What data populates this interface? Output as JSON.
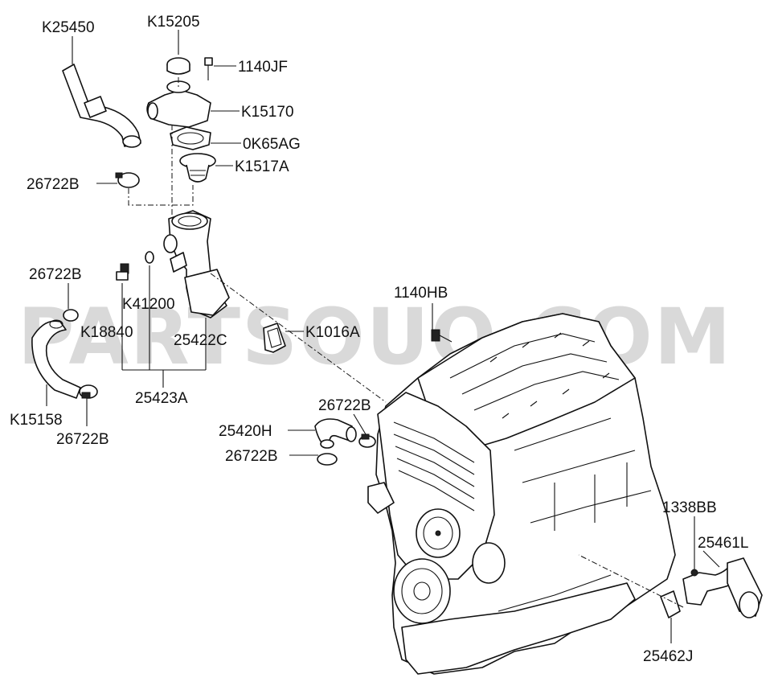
{
  "watermark": "PARTSOUQ.COM",
  "labels": {
    "k25450": "K25450",
    "k15205": "K15205",
    "bolt_1140jf": "1140JF",
    "k15170": "K15170",
    "gasket_0k65ag": "0K65AG",
    "k1517a": "K1517A",
    "clamp_top": "26722B",
    "clamp_left": "26722B",
    "k41200": "K41200",
    "k18840": "K18840",
    "housing_25422c": "25422C",
    "group_25423a": "25423A",
    "hose_k15158": "K15158",
    "clamp_bottom_left": "26722B",
    "bolt_1140hb": "1140HB",
    "gasket_k1016a": "K1016A",
    "clamp_mid_right": "26722B",
    "hose_25420h": "25420H",
    "clamp_mid_left": "26722B",
    "nut_1338bb": "1338BB",
    "pipe_25461l": "25461L",
    "gasket_25462j": "25462J"
  }
}
